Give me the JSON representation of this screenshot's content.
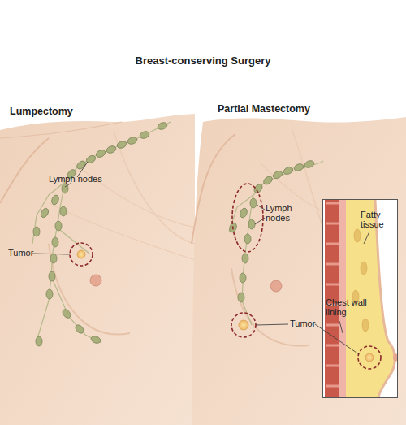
{
  "diagram": {
    "title": "Breast-conserving Surgery",
    "nodes": [
      {
        "text": [
          "Lumpectomy"
        ]
      },
      {
        "text": [
          "Partial Mastectomy"
        ]
      },
      {
        "text": [
          "Fatty tissue",
          "Chest wall lining"
        ],
        "in": 1
      }
    ],
    "labels": [
      "Lymph nodes",
      "Tumor",
      "Lymph nodes",
      "Tumor"
    ]
  }
}
